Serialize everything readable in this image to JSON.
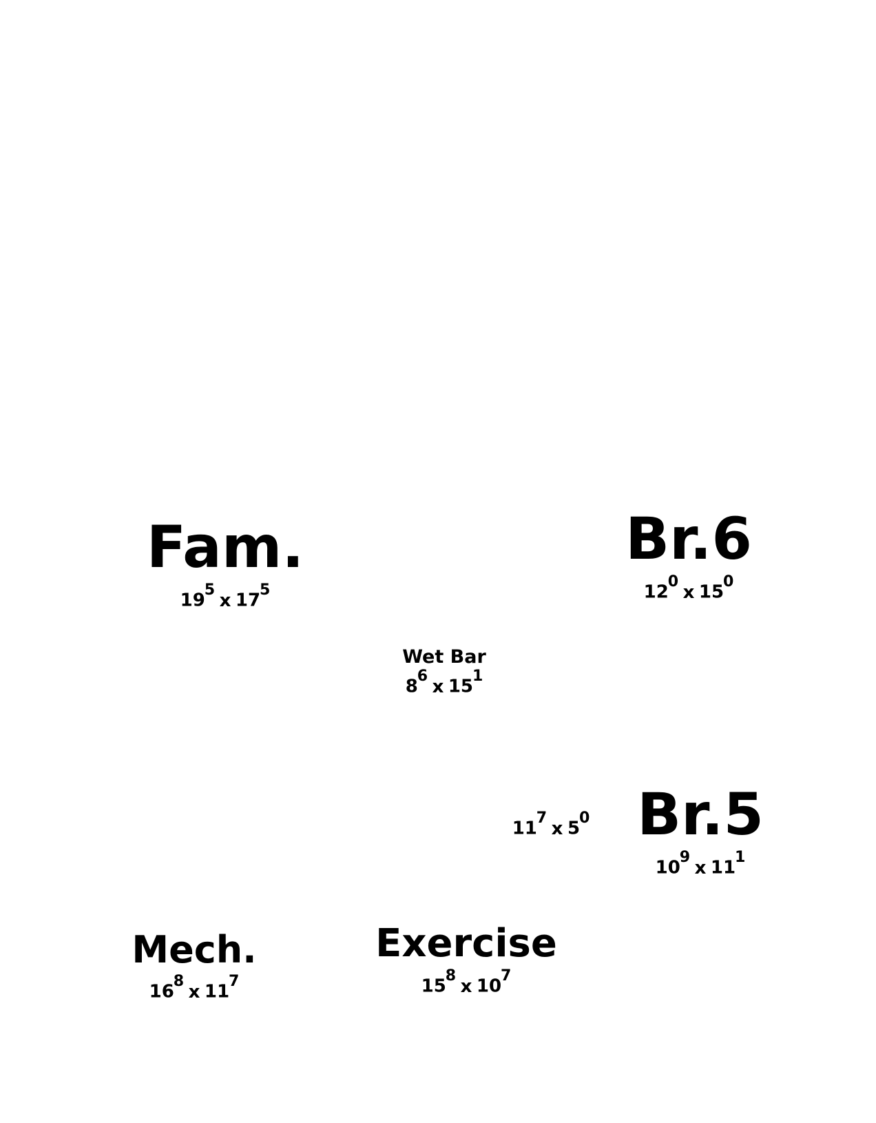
{
  "rooms": {
    "fam": {
      "name": "Fam.",
      "dim_w": "19",
      "dim_w_sup": "5",
      "sep": "x",
      "dim_l": "17",
      "dim_l_sup": "5"
    },
    "br6": {
      "name": "Br.6",
      "dim_w": "12",
      "dim_w_sup": "0",
      "sep": "x",
      "dim_l": "15",
      "dim_l_sup": "0"
    },
    "wetbar": {
      "name": "Wet Bar",
      "dim_w": "8",
      "dim_w_sup": "6",
      "sep": "x",
      "dim_l": "15",
      "dim_l_sup": "1"
    },
    "closet": {
      "dim_w": "11",
      "dim_w_sup": "7",
      "sep": "x",
      "dim_l": "5",
      "dim_l_sup": "0"
    },
    "br5": {
      "name": "Br.5",
      "dim_w": "10",
      "dim_w_sup": "9",
      "sep": "x",
      "dim_l": "11",
      "dim_l_sup": "1"
    },
    "mech": {
      "name": "Mech.",
      "dim_w": "16",
      "dim_w_sup": "8",
      "sep": "x",
      "dim_l": "11",
      "dim_l_sup": "7"
    },
    "exercise": {
      "name": "Exercise",
      "dim_w": "15",
      "dim_w_sup": "8",
      "sep": "x",
      "dim_l": "10",
      "dim_l_sup": "7"
    }
  }
}
